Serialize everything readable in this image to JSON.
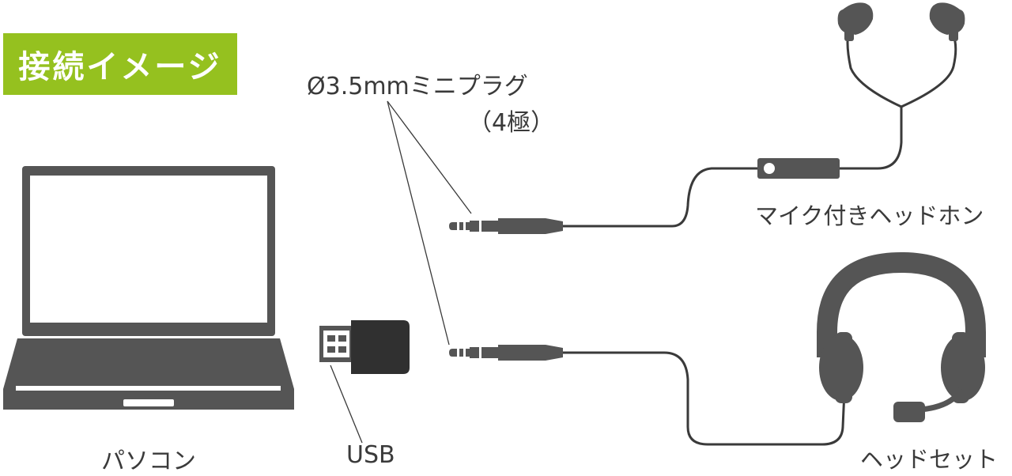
{
  "title": "接続イメージ",
  "labels": {
    "plug": "Ø3.5mmミニプラグ",
    "pole": "（4極）",
    "pc": "パソコン",
    "usb": "USB",
    "headphone": "マイク付きヘッドホン",
    "headset": "ヘッドセット"
  },
  "colors": {
    "accent": "#95c11f",
    "device": "#555555",
    "line": "#3a3a3a",
    "text": "#3a3a3a"
  },
  "icons": [
    "laptop-icon",
    "usb-adapter-icon",
    "mini-plug-icon",
    "earphone-icon",
    "headset-icon"
  ]
}
